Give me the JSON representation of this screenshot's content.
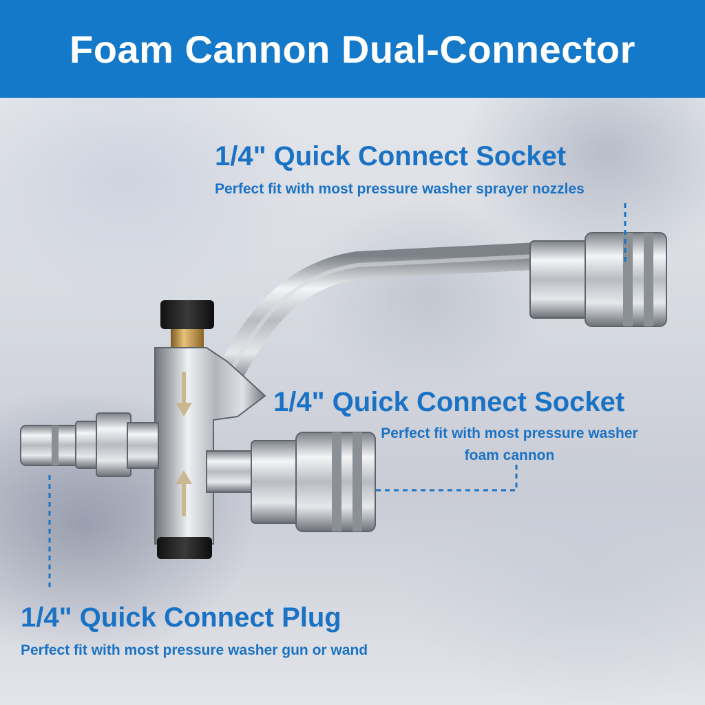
{
  "banner": {
    "title": "Foam Cannon Dual-Connector"
  },
  "callouts": {
    "socket_top": {
      "title": "1/4\" Quick Connect Socket",
      "subtitle": "Perfect fit with most pressure washer sprayer nozzles"
    },
    "socket_middle": {
      "title": "1/4\" Quick Connect Socket",
      "subtitle_line1": "Perfect fit with most pressure washer",
      "subtitle_line2": "foam cannon"
    },
    "plug": {
      "title": "1/4\" Quick Connect Plug",
      "subtitle": "Perfect fit with most pressure washer gun or wand"
    }
  },
  "colors": {
    "banner": "#1479c9",
    "callout_text": "#1a72c4",
    "leader_line": "#1a72c4"
  }
}
